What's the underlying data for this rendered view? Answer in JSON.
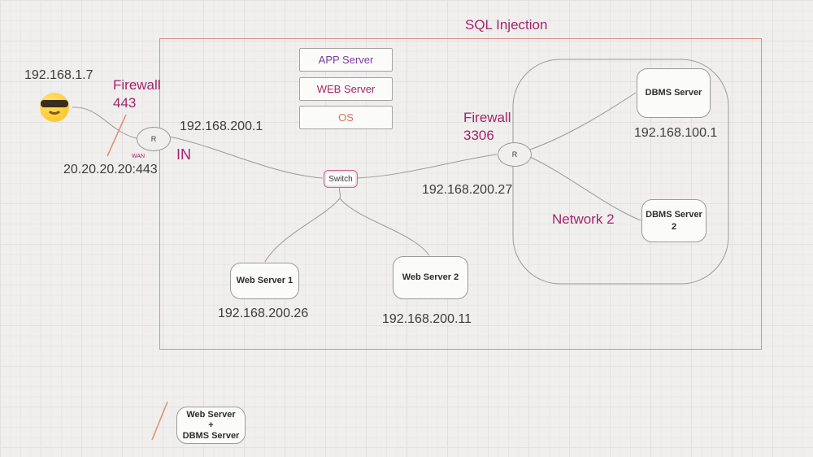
{
  "title": "SQL Injection",
  "attacker": {
    "ip": "192.168.1.7",
    "nat": "20.20.20.20:443",
    "emoji_name": "sunglasses-face"
  },
  "firewall1": {
    "label": "Firewall",
    "port": "443",
    "wan": "WAN",
    "in_label": "IN"
  },
  "router1": {
    "label": "R",
    "ip": "192.168.200.1"
  },
  "stack": {
    "app": "APP Server",
    "web": "WEB Server",
    "os": "OS"
  },
  "switch": {
    "label": "Switch"
  },
  "firewall2": {
    "label": "Firewall",
    "port": "3306"
  },
  "router2": {
    "label": "R",
    "ip": "192.168.200.27"
  },
  "network2": {
    "label": "Network 2",
    "dbms1": "DBMS Server",
    "dbms1_ip": "192.168.100.1",
    "dbms2": "DBMS Server 2"
  },
  "web1": {
    "label": "Web Server 1",
    "ip": "192.168.200.26"
  },
  "web2": {
    "label": "Web Server 2",
    "ip": "192.168.200.11"
  },
  "combo": {
    "line1": "Web Server",
    "line2": "+",
    "line3": "DBMS Server"
  },
  "colors": {
    "accent_magenta": "#a2246c",
    "app_purple": "#7c3d9e",
    "web_magenta": "#ab2566",
    "os_red": "#d9705f",
    "frame_salmon": "#d49186",
    "connector_gray": "#9a9a9a"
  }
}
